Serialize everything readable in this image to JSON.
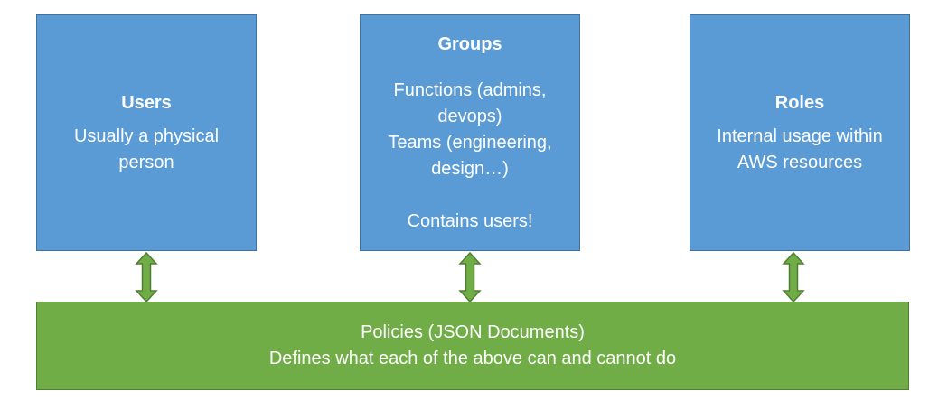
{
  "users": {
    "title": "Users",
    "lines": [
      "Usually a physical",
      "person"
    ]
  },
  "groups": {
    "title": "Groups",
    "lines": [
      "Functions (admins,",
      "devops)",
      "Teams (engineering,",
      "design…)"
    ],
    "note": "Contains users!"
  },
  "roles": {
    "title": "Roles",
    "lines": [
      "Internal usage within",
      "AWS resources"
    ]
  },
  "policies": {
    "line1": "Policies (JSON Documents)",
    "line2": "Defines what each of the above can and cannot do"
  },
  "colors": {
    "entity_fill": "#5b9bd5",
    "entity_border": "#41719c",
    "policy_fill": "#70ad47",
    "policy_border": "#507e32"
  },
  "connectors": [
    "double-arrow-icon",
    "double-arrow-icon",
    "double-arrow-icon"
  ]
}
